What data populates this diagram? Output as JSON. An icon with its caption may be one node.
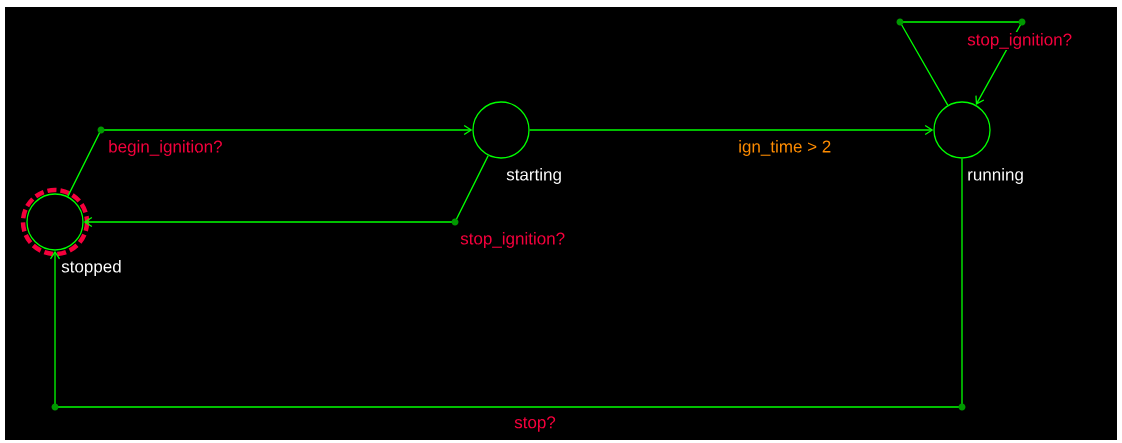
{
  "diagram": {
    "nodes": [
      {
        "text": [
          "stopped"
        ]
      },
      {
        "text": [
          "starting"
        ]
      },
      {
        "text": [
          "running"
        ]
      }
    ],
    "edges": [
      {
        "from": 0,
        "to": 1,
        "arrow": "to",
        "label": "begin_ignition?"
      },
      {
        "from": 1,
        "to": 0,
        "arrow": "to",
        "label": "stop_ignition?"
      },
      {
        "from": 1,
        "to": 2,
        "arrow": "to",
        "label": "ign_time > 2"
      },
      {
        "from": 2,
        "to": 2,
        "arrow": "to",
        "label": "stop_ignition?"
      },
      {
        "from": 2,
        "to": 0,
        "arrow": "to",
        "label": "stop?"
      }
    ]
  }
}
